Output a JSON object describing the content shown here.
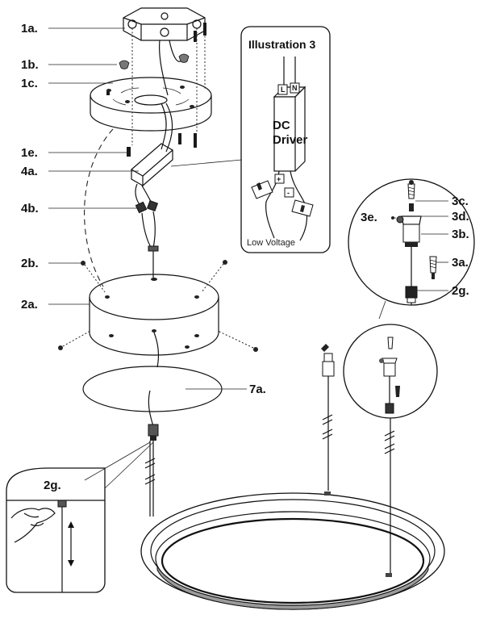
{
  "labels": {
    "l1a": "1a.",
    "l1b": "1b.",
    "l1c": "1c.",
    "l1e": "1e.",
    "l4a": "4a.",
    "l4b": "4b.",
    "l2b": "2b.",
    "l2a": "2a.",
    "l7a": "7a.",
    "l2g_detail": "2g.",
    "l3c": "3c.",
    "l3d": "3d.",
    "l3e": "3e.",
    "l3b": "3b.",
    "l3a": "3a.",
    "l2g": "2g."
  },
  "illustration3": {
    "title": "Illustration 3",
    "driver_line1": "DC",
    "driver_line2": "Driver",
    "terminal_l": "L",
    "terminal_n": "N",
    "plus": "+",
    "minus": "-",
    "caption": "Low Voltage"
  },
  "colors": {
    "line": "#111111",
    "fill": "#ffffff",
    "dark": "#1a1a1a",
    "gray": "#9a9a9a"
  }
}
